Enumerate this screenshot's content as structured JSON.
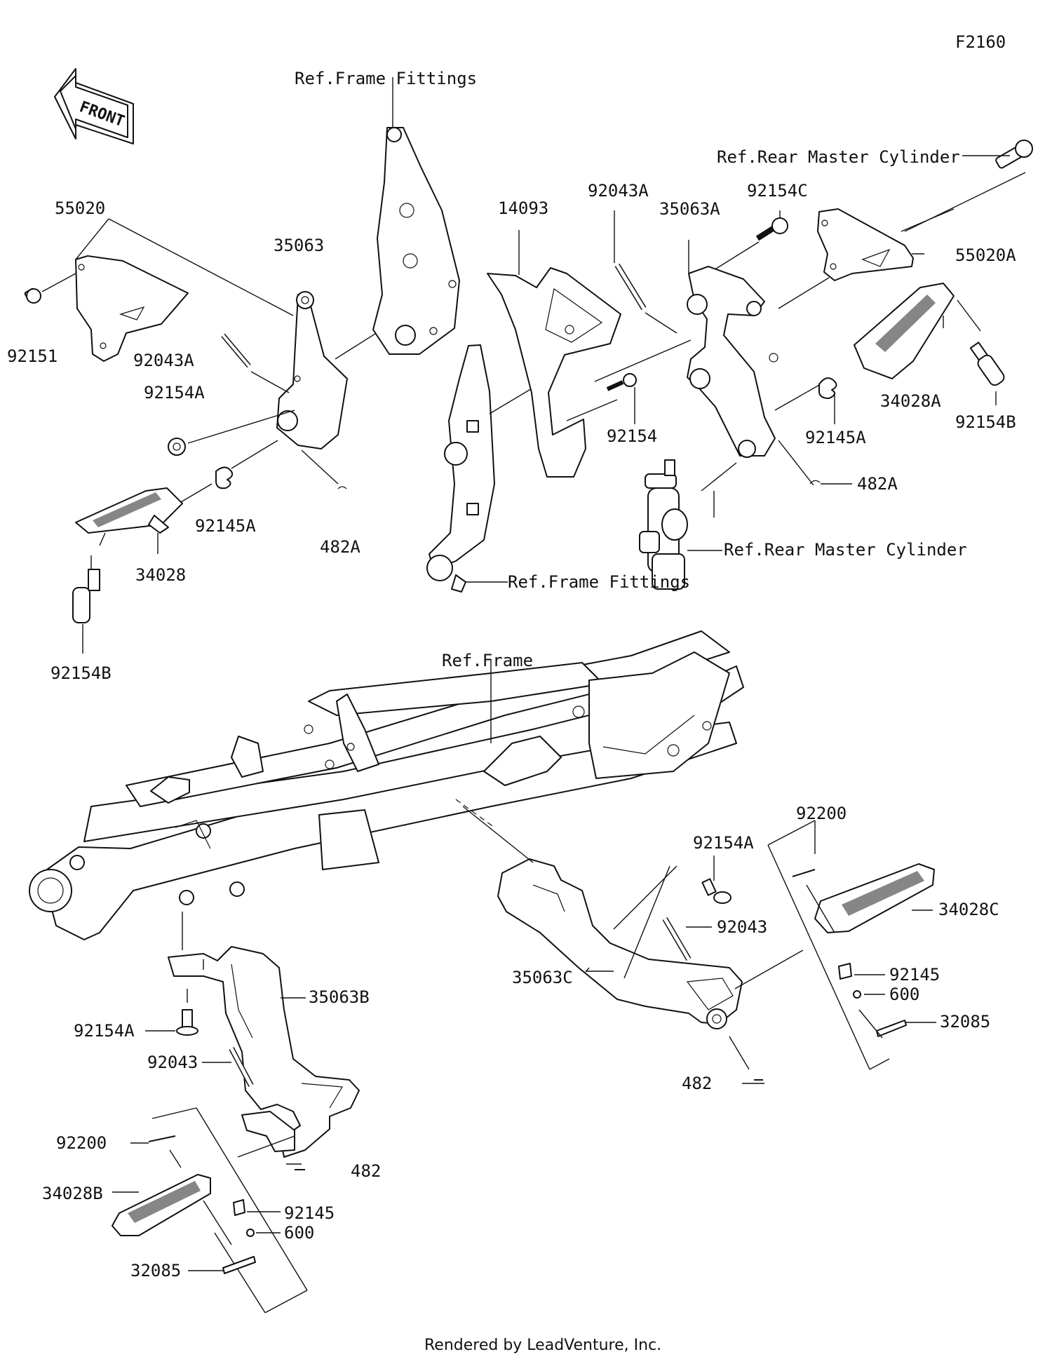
{
  "diagram_code": "F2160",
  "front_label": "FRONT",
  "refs": {
    "frame_fittings_top": "Ref.Frame Fittings",
    "frame_fittings_mid": "Ref.Frame Fittings",
    "rear_master_top": "Ref.Rear Master Cylinder",
    "rear_master_mid": "Ref.Rear Master Cylinder",
    "frame": "Ref.Frame"
  },
  "parts": {
    "p55020": "55020",
    "p92151": "92151",
    "p35063": "35063",
    "p92043A_l": "92043A",
    "p92154A_l": "92154A",
    "p92145A_l": "92145A",
    "p482A_l": "482A",
    "p34028": "34028",
    "p92154B_l": "92154B",
    "p14093": "14093",
    "p92043A_r": "92043A",
    "p35063A": "35063A",
    "p92154C": "92154C",
    "p55020A": "55020A",
    "p34028A": "34028A",
    "p92154B_r": "92154B",
    "p92145A_r": "92145A",
    "p92154": "92154",
    "p482A_r": "482A",
    "p92200_r": "92200",
    "p92154A_r": "92154A",
    "p92043_r": "92043",
    "p34028C": "34028C",
    "p92145_r": "92145",
    "p600_r": "600",
    "p32085_r": "32085",
    "p35063C": "35063C",
    "p482_r": "482",
    "p35063B": "35063B",
    "p92154A_b": "92154A",
    "p92043_b": "92043",
    "p92200_b": "92200",
    "p482_b": "482",
    "p34028B": "34028B",
    "p92145_b": "92145",
    "p600_b": "600",
    "p32085_b": "32085"
  },
  "footer": "Rendered by LeadVenture, Inc."
}
